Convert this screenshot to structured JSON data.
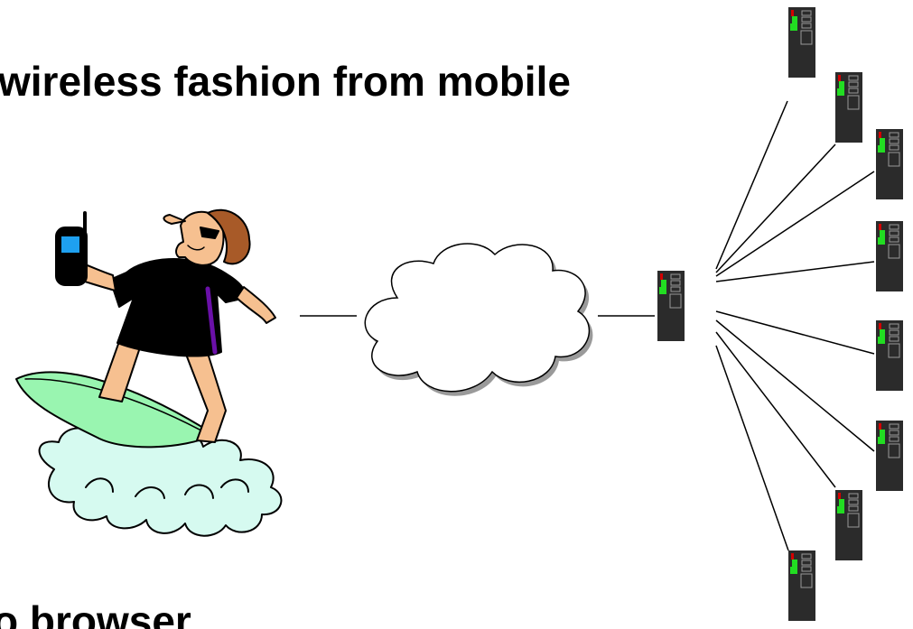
{
  "slide": {
    "text_top": "wireless fashion from mobile",
    "text_bottom": "o browser"
  },
  "diagram": {
    "nodes": [
      {
        "id": "surfer",
        "kind": "person-with-phone-on-surfboard"
      },
      {
        "id": "cloud",
        "kind": "network-cloud"
      },
      {
        "id": "hub",
        "kind": "server-tower"
      },
      {
        "id": "server-1",
        "kind": "server-tower"
      },
      {
        "id": "server-2",
        "kind": "server-tower"
      },
      {
        "id": "server-3",
        "kind": "server-tower"
      },
      {
        "id": "server-4",
        "kind": "server-tower"
      },
      {
        "id": "server-5",
        "kind": "server-tower"
      },
      {
        "id": "server-6",
        "kind": "server-tower"
      },
      {
        "id": "server-7",
        "kind": "server-tower"
      },
      {
        "id": "server-8",
        "kind": "server-tower"
      }
    ],
    "edges": [
      [
        "surfer",
        "cloud"
      ],
      [
        "cloud",
        "hub"
      ],
      [
        "hub",
        "server-1"
      ],
      [
        "hub",
        "server-2"
      ],
      [
        "hub",
        "server-3"
      ],
      [
        "hub",
        "server-4"
      ],
      [
        "hub",
        "server-5"
      ],
      [
        "hub",
        "server-6"
      ],
      [
        "hub",
        "server-7"
      ],
      [
        "hub",
        "server-8"
      ]
    ],
    "colors": {
      "server_body": "#2b2b2b",
      "server_led_red": "#d40000",
      "server_led_green": "#22dd22",
      "phone_screen": "#1ea0f0",
      "surfboard": "#99f5b0",
      "shirt": "#000000",
      "stripe": "#6a10a8",
      "skin": "#f6c090",
      "hair": "#a85a28",
      "splash": "#d6faf0"
    }
  }
}
